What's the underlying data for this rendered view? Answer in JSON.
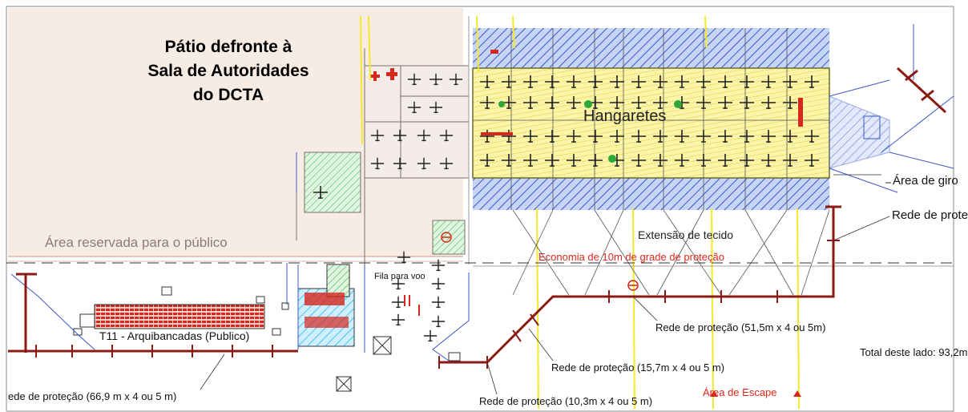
{
  "title_lines": [
    "Pátio defronte à",
    "Sala de Autoridades",
    "do DCTA"
  ],
  "labels": {
    "hangaretes": "Hangaretes",
    "area_publico": "Área reservada para o público",
    "extensao_tecido": "Extensão de tecido",
    "economia": "Economia de 10m de grade de proteção",
    "fila_voo": "Fila para voo",
    "arquibancadas": "T11 - Arquibancadas (Publico)",
    "area_giro": "Área de giro",
    "rede_prote": "Rede de prote",
    "rede_51": "Rede de proteção (51,5m x 4 ou 5m)",
    "rede_15": "Rede de proteção (15,7m x 4 ou 5 m)",
    "rede_10": "Rede de proteção (10,3m x 4 ou 5 m)",
    "rede_66": "ede de proteção (66,9 m x 4 ou 5 m)",
    "total": "Total deste lado: 93,2m",
    "area_escape": "Área de Escape"
  },
  "colors": {
    "hangar_fill": "#fbf5a8",
    "public_area": "#f7ece4",
    "net_red": "#8b1a14",
    "blue_hatch": "#3a58c8",
    "cyan_hatch": "#4fc0e8",
    "yellow_line": "#f2ea2a",
    "label_red": "#e0261c"
  }
}
